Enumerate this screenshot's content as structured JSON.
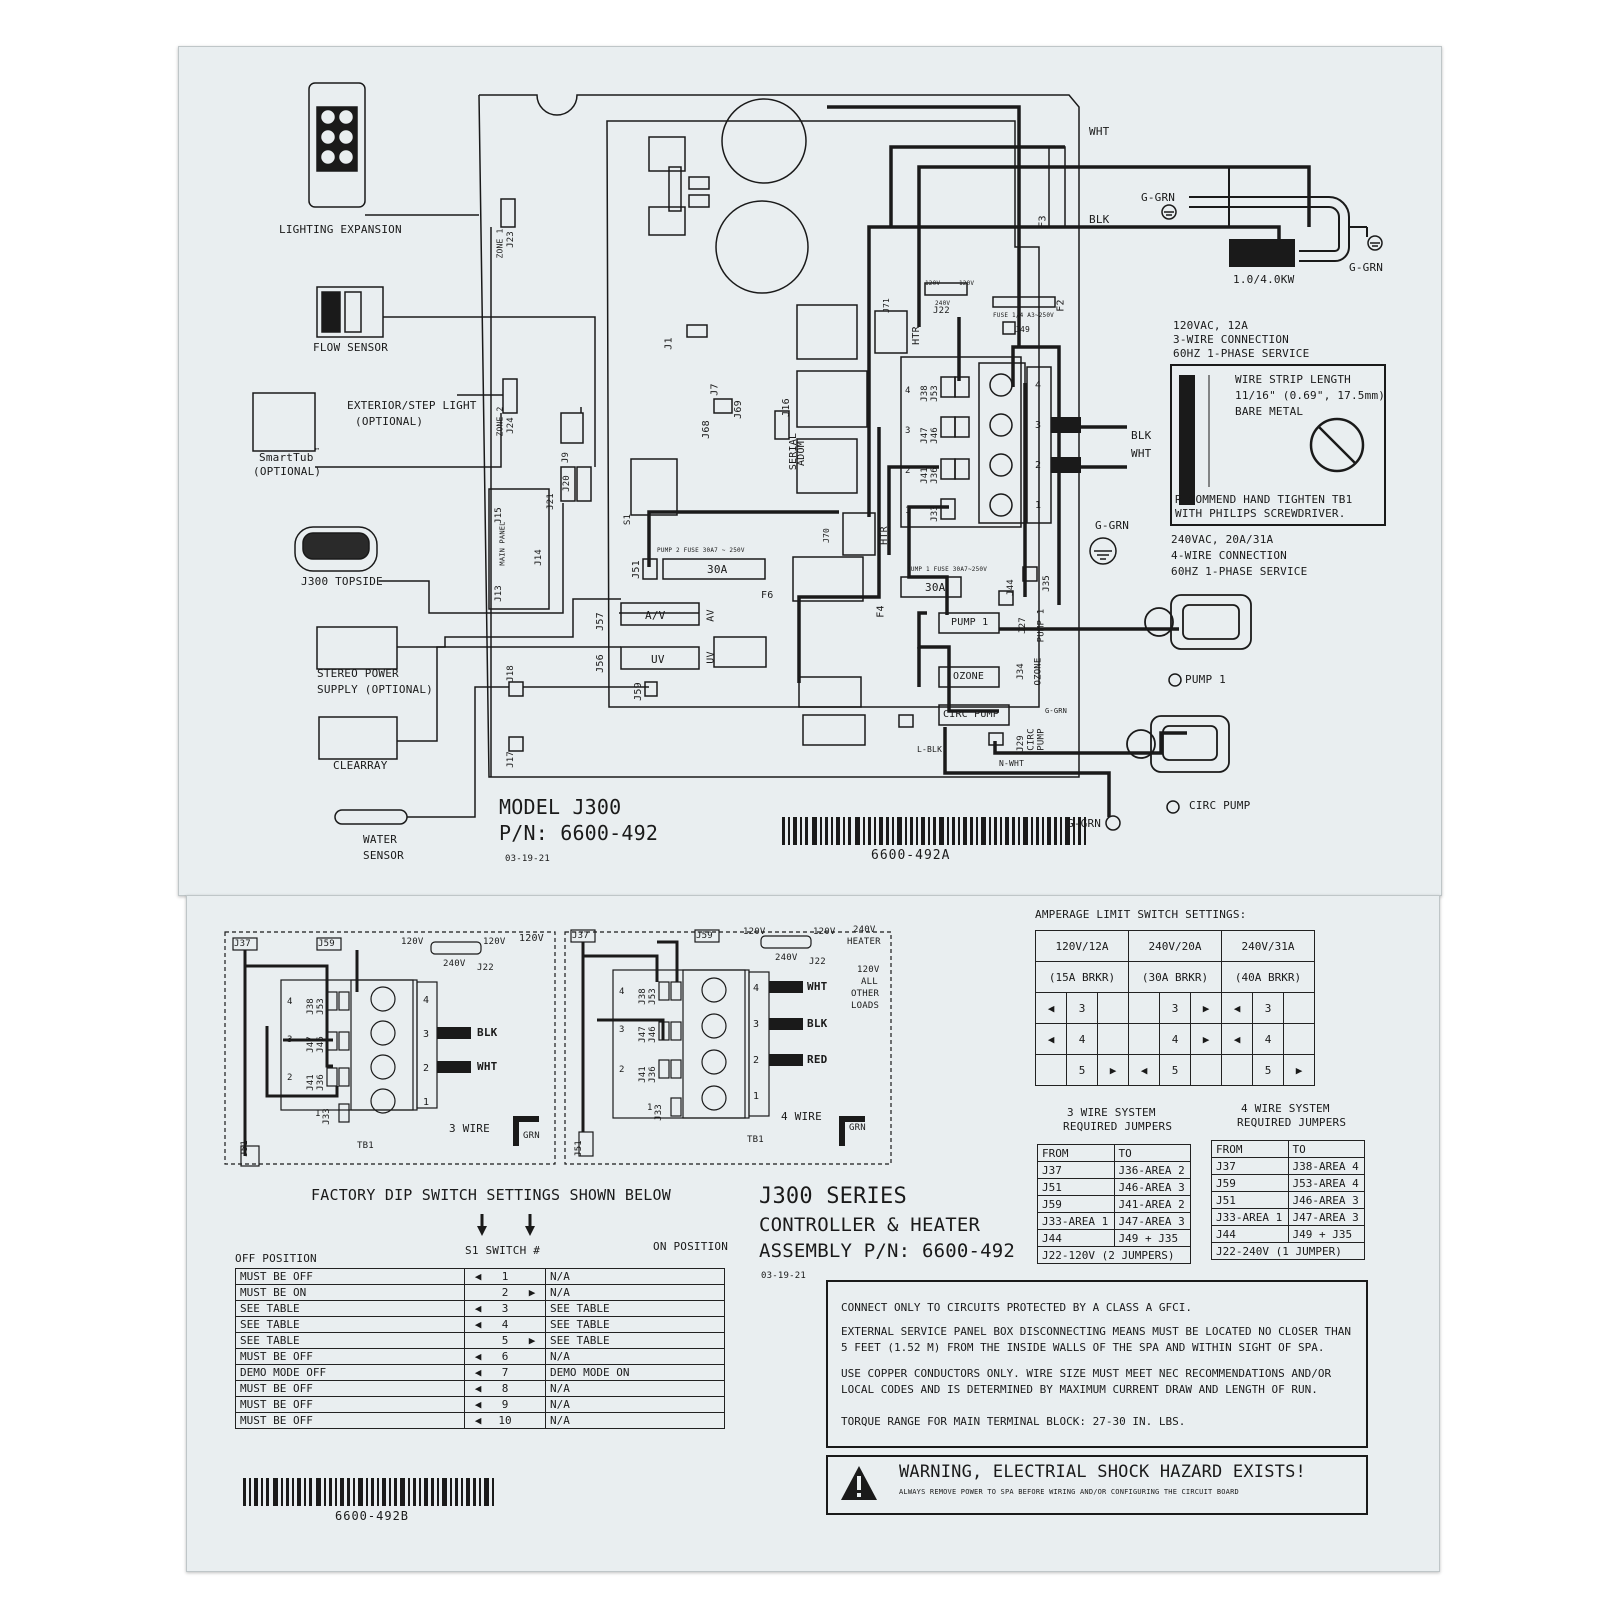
{
  "top": {
    "lighting_expansion": "LIGHTING EXPANSION",
    "flow_sensor": "FLOW SENSOR",
    "exterior_light": "EXTERIOR/STEP LIGHT",
    "exterior_optional": "(OPTIONAL)",
    "smarttub": "SmartTub",
    "tm": "™",
    "smarttub_optional": "(OPTIONAL)",
    "topside": "J300 TOPSIDE",
    "stereo_1": "STEREO POWER",
    "stereo_2": "SUPPLY (OPTIONAL)",
    "clearray": "CLEARRAY",
    "water_1": "WATER",
    "water_2": "SENSOR",
    "model": "MODEL J300",
    "pn": "P/N:  6600-492",
    "date": "03-19-21",
    "barcode": "6600-492A",
    "zone1": "ZONE 1",
    "zone2": "ZONE 2",
    "main_panel": "MAIN PANEL",
    "j23": "J23",
    "j24": "J24",
    "j15": "J15",
    "j14": "J14",
    "j13": "J13",
    "j9": "J9",
    "j20": "J20",
    "j21": "J21",
    "j18": "J18",
    "j17": "J17",
    "j57": "J57",
    "j56": "J56",
    "j59": "J59",
    "j51": "J51",
    "j1": "J1",
    "j7": "J7",
    "j69": "J69",
    "j68": "J68",
    "j16": "J16",
    "serial": "SERIAL",
    "adom": "ADOM",
    "s1": "S1",
    "av": "A/V",
    "av2": "AV",
    "uv": "UV",
    "uv2": "UV",
    "fuse30a_l": "30A",
    "fuse30a_r": "30A",
    "f6": "F6",
    "f4": "F4",
    "f3": "F3",
    "f2": "F2",
    "pump2fuse": "PUMP 2 FUSE 30A7 ~ 250V",
    "pump1fuse": "PUMP 1 FUSE 30A7~250V",
    "htr1": "HTR",
    "htr2": "HTR",
    "j70": "J70",
    "j71": "J71",
    "v120a": "120V",
    "v240": "240V",
    "v120b": "120V",
    "j22": "J22",
    "fuse_small": "FUSE 1/4 A3~250V",
    "j49": "J49",
    "j38": "J38",
    "j53": "J53",
    "j47": "J47",
    "j46": "J46",
    "j41": "J41",
    "j36": "J36",
    "j33": "J33",
    "n4": "4",
    "n3": "3",
    "n2": "2",
    "n1": "1",
    "tb4": "4",
    "tb3": "3",
    "tb2": "2",
    "tb1": "1",
    "blk_tb": "BLK",
    "wht_tb": "WHT",
    "j44": "J44",
    "j35": "J35",
    "pump1_box": "PUMP 1",
    "j27": "J27",
    "pump1_lbl": "PUMP 1",
    "ozone_box": "OZONE",
    "j34": "J34",
    "ozone_lbl": "OZONE",
    "circ_box": "CIRC PUMP",
    "j29": "J29",
    "circ_lbl1": "CIRC",
    "circ_lbl2": "PUMP",
    "ggrn_board": "G-GRN",
    "lblk": "L-BLK",
    "nwht": "N-WHT",
    "wht_top": "WHT",
    "blk_top": "BLK",
    "ggrn_1": "G-GRN",
    "ggrn_2": "G-GRN",
    "ggrn_3": "G-GRN",
    "ggrn_4": "G-GRN",
    "heater": "1.0/4.0KW",
    "svc120_1": "120VAC, 12A",
    "svc120_2": "3-WIRE CONNECTION",
    "svc120_3": "60HZ 1-PHASE SERVICE",
    "strip_1": "WIRE STRIP LENGTH",
    "strip_2": "11/16\" (0.69\", 17.5mm)",
    "strip_3": "BARE METAL",
    "tighten_1": "RECOMMEND HAND TIGHTEN TB1",
    "tighten_2": "WITH PHILIPS SCREWDRIVER.",
    "svc240_1": "240VAC, 20A/31A",
    "svc240_2": "4-WIRE CONNECTION",
    "svc240_3": "60HZ 1-PHASE SERVICE",
    "pump1_motor": "PUMP 1",
    "circ_motor": "CIRC PUMP"
  },
  "bottom": {
    "w3": {
      "j37": "J37",
      "j59": "J59",
      "v120l": "120V",
      "v120r": "120V",
      "v120far": "120V",
      "v240": "240V",
      "j22": "J22",
      "j38": "J38",
      "j53": "J53",
      "j47": "J47",
      "j46": "J46",
      "j41": "J41",
      "j36": "J36",
      "j33": "J33",
      "a4": "4",
      "a3": "3",
      "a2": "2",
      "a1": "1",
      "p4": "4",
      "p3": "3",
      "p2": "2",
      "p1": "1",
      "blk": "BLK",
      "wht": "WHT",
      "j51": "J51",
      "tb1": "TB1",
      "label": "3 WIRE",
      "grn": "GRN"
    },
    "w4": {
      "j37": "J37",
      "j59": "J59",
      "v120l": "120V",
      "v120r": "120V",
      "v240": "240V",
      "j22": "J22",
      "v240h_1": "240V",
      "v240h_2": "HEATER",
      "loads_1": "120V",
      "loads_2": "ALL",
      "loads_3": "OTHER",
      "loads_4": "LOADS",
      "j38": "J38",
      "j53": "J53",
      "j47": "J47",
      "j46": "J46",
      "j41": "J41",
      "j36": "J36",
      "j33": "J33",
      "a4": "4",
      "a3": "3",
      "a2": "2",
      "a1": "1",
      "p4": "4",
      "p3": "3",
      "p2": "2",
      "p1": "1",
      "wht": "WHT",
      "blk": "BLK",
      "red": "RED",
      "j51": "J51",
      "tb1": "TB1",
      "label": "4 WIRE",
      "grn": "GRN"
    },
    "amp_title": "AMPERAGE LIMIT SWITCH SETTINGS:",
    "amp_headers": [
      "120V/12A",
      "240V/20A",
      "240V/31A"
    ],
    "amp_breakers": [
      "(15A BRKR)",
      "(30A BRKR)",
      "(40A BRKR)"
    ],
    "amp_rows": [
      [
        "◀",
        "3",
        "",
        "",
        "3",
        "▶",
        "◀",
        "3",
        ""
      ],
      [
        "◀",
        "4",
        "",
        "",
        "4",
        "▶",
        "◀",
        "4",
        ""
      ],
      [
        "",
        "5",
        "▶",
        "◀",
        "5",
        "",
        "",
        "5",
        "▶"
      ]
    ],
    "j3_title_1": "3 WIRE SYSTEM",
    "j3_title_2": "REQUIRED JUMPERS",
    "j3_header": [
      "FROM",
      "TO"
    ],
    "j3_rows": [
      [
        "J37",
        "J36-AREA 2"
      ],
      [
        "J51",
        "J46-AREA 3"
      ],
      [
        "J59",
        "J41-AREA 2"
      ],
      [
        "J33-AREA 1",
        "J47-AREA 3"
      ],
      [
        "J44",
        "J49 + J35"
      ]
    ],
    "j3_footer": "J22-120V (2 JUMPERS)",
    "j4_title_1": "4 WIRE SYSTEM",
    "j4_title_2": "REQUIRED JUMPERS",
    "j4_header": [
      "FROM",
      "TO"
    ],
    "j4_rows": [
      [
        "J37",
        "J38-AREA 4"
      ],
      [
        "J59",
        "J53-AREA 4"
      ],
      [
        "J51",
        "J46-AREA 3"
      ],
      [
        "J33-AREA 1",
        "J47-AREA 3"
      ],
      [
        "J44",
        "J49 + J35"
      ]
    ],
    "j4_footer": "J22-240V (1 JUMPER)",
    "dip_title": "FACTORY DIP SWITCH SETTINGS SHOWN BELOW",
    "off_pos": "OFF POSITION",
    "s1_switch": "S1 SWITCH #",
    "on_pos": "ON POSITION",
    "dip_rows": [
      {
        "off": "MUST BE OFF",
        "l": "◀",
        "n": "1",
        "r": "",
        "on": "N/A"
      },
      {
        "off": "MUST BE ON",
        "l": "",
        "n": "2",
        "r": "▶",
        "on": "N/A"
      },
      {
        "off": "SEE TABLE",
        "l": "◀",
        "n": "3",
        "r": "",
        "on": "SEE TABLE"
      },
      {
        "off": "SEE TABLE",
        "l": "◀",
        "n": "4",
        "r": "",
        "on": "SEE TABLE"
      },
      {
        "off": "SEE TABLE",
        "l": "",
        "n": "5",
        "r": "▶",
        "on": "SEE TABLE"
      },
      {
        "off": "MUST BE OFF",
        "l": "◀",
        "n": "6",
        "r": "",
        "on": "N/A"
      },
      {
        "off": "DEMO MODE OFF",
        "l": "◀",
        "n": "7",
        "r": "",
        "on": "DEMO MODE ON"
      },
      {
        "off": "MUST BE OFF",
        "l": "◀",
        "n": "8",
        "r": "",
        "on": "N/A"
      },
      {
        "off": "MUST BE OFF",
        "l": "◀",
        "n": "9",
        "r": "",
        "on": "N/A"
      },
      {
        "off": "MUST BE OFF",
        "l": "◀",
        "n": "10",
        "r": "",
        "on": "N/A"
      }
    ],
    "series_1": "J300 SERIES",
    "series_2": "CONTROLLER & HEATER",
    "series_3": "ASSEMBLY P/N:  6600-492",
    "series_date": "03-19-21",
    "note_1": "CONNECT ONLY TO CIRCUITS PROTECTED BY A CLASS A GFCI.",
    "note_2a": "EXTERNAL SERVICE PANEL BOX DISCONNECTING MEANS MUST BE LOCATED NO CLOSER THAN",
    "note_2b": "5 FEET (1.52 M) FROM THE INSIDE WALLS OF THE SPA AND WITHIN SIGHT OF SPA.",
    "note_3a": "USE COPPER CONDUCTORS ONLY. WIRE SIZE MUST MEET NEC RECOMMENDATIONS AND/OR",
    "note_3b": "LOCAL CODES AND IS DETERMINED BY MAXIMUM CURRENT DRAW AND LENGTH OF RUN.",
    "note_4": "TORQUE RANGE FOR MAIN TERMINAL BLOCK: 27-30 IN. LBS.",
    "warning": "WARNING, ELECTRIAL SHOCK HAZARD EXISTS!",
    "warning_sub": "ALWAYS REMOVE POWER TO SPA BEFORE WIRING AND/OR CONFIGURING THE CIRCUIT BOARD",
    "barcode": "6600-492B"
  }
}
